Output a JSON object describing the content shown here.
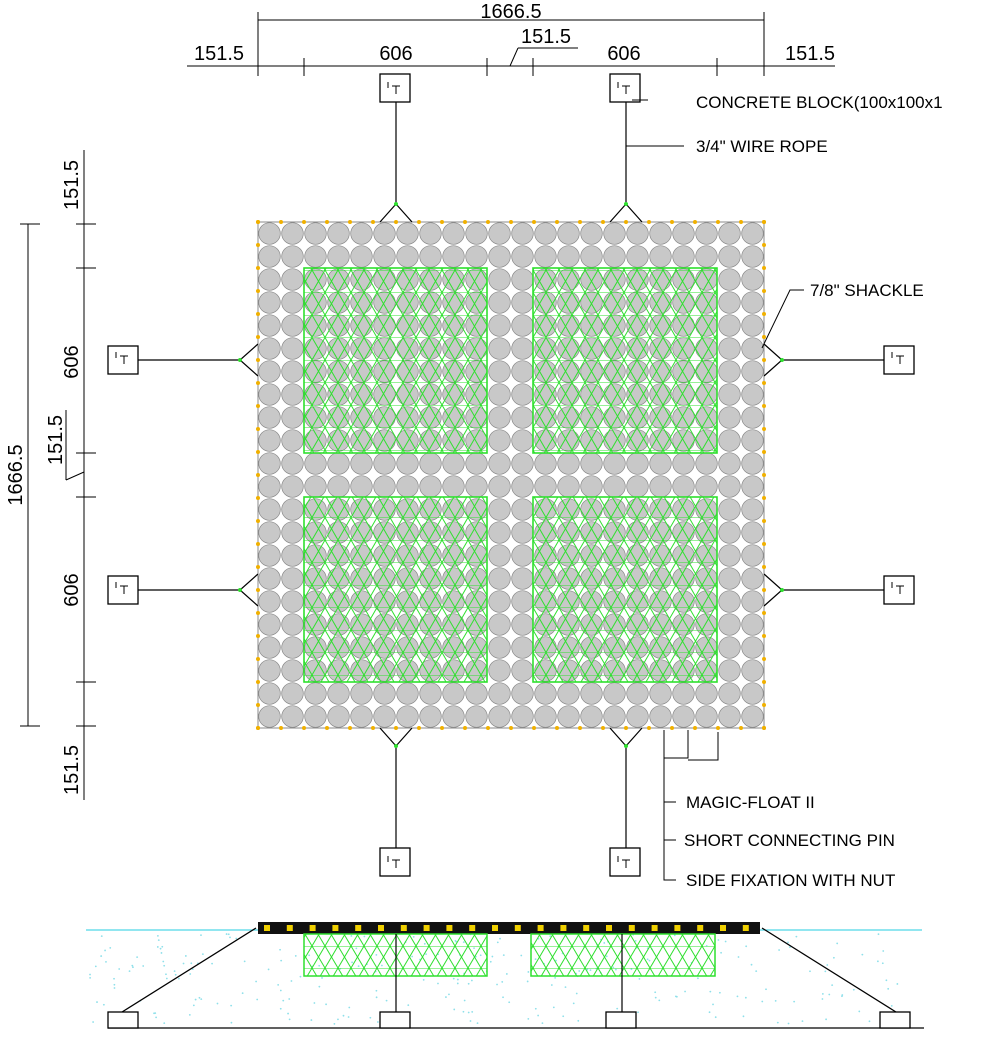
{
  "dimensions": {
    "overall_width": "1666.5",
    "top_segments": [
      "151.5",
      "606",
      "151.5",
      "606",
      "151.5"
    ],
    "overall_height": "1666.5",
    "left_segments": [
      "151.5",
      "606",
      "151.5",
      "606",
      "151.5"
    ]
  },
  "labels": {
    "concrete_block": "CONCRETE BLOCK(100x100x1",
    "wire_rope": "3/4\" WIRE ROPE",
    "shackle": "7/8\" SHACKLE",
    "magic_float": "MAGIC-FLOAT II",
    "short_pin": "SHORT CONNECTING PIN",
    "side_fixation": "SIDE FIXATION WITH NUT"
  },
  "colors": {
    "float": "#c8c8c8",
    "float_outline": "#8a8a8a",
    "bolt": "#f0b000",
    "frame": "#2fe02f",
    "water": "#4fd8e8"
  }
}
